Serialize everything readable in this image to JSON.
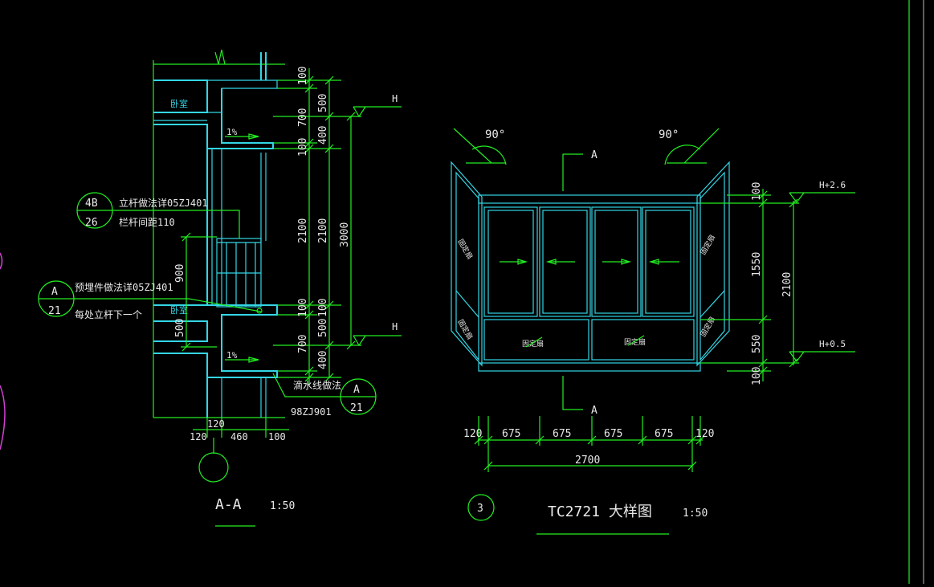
{
  "left": {
    "room_top": "卧室",
    "room_mid": "卧室",
    "slope_top": "1%",
    "slope_bottom": "1%",
    "callout1": {
      "top": "4B",
      "bottom": "26",
      "line1": "立杆做法详05ZJ401",
      "line2": "栏杆间距110"
    },
    "callout2": {
      "top": "A",
      "bottom": "21",
      "line1": "预埋件做法详05ZJ401",
      "line2": "每处立杆下一个"
    },
    "callout3": {
      "top": "A",
      "bottom": "21",
      "line1": "滴水线做法",
      "line2": "98ZJ901"
    },
    "dims_col1": [
      "100",
      "700",
      "100",
      "2100",
      "900",
      "100",
      "700"
    ],
    "dims_col2": [
      "500",
      "400",
      "2100",
      "100",
      "500",
      "400"
    ],
    "dim_total": "3000",
    "dim_500_left": "500",
    "level_top": "H",
    "level_bottom": "H",
    "dims_bottom": [
      "120",
      "120",
      "460",
      "100"
    ],
    "title": "A-A",
    "scale": "1:50"
  },
  "right": {
    "angle_left": "90°",
    "angle_right": "90°",
    "section_top": "A",
    "section_bottom": "A",
    "fixed_label": "固定扇",
    "dims_right_col1": [
      "100",
      "1550",
      "550",
      "100"
    ],
    "dim_right_total": "2100",
    "level_top": "H+2.6",
    "level_bottom": "H+0.5",
    "dims_bottom": [
      "120",
      "675",
      "675",
      "675",
      "675",
      "120"
    ],
    "dim_bottom_total": "2700",
    "circle_num": "3",
    "title": "TC2721 大样图",
    "scale": "1:50"
  }
}
